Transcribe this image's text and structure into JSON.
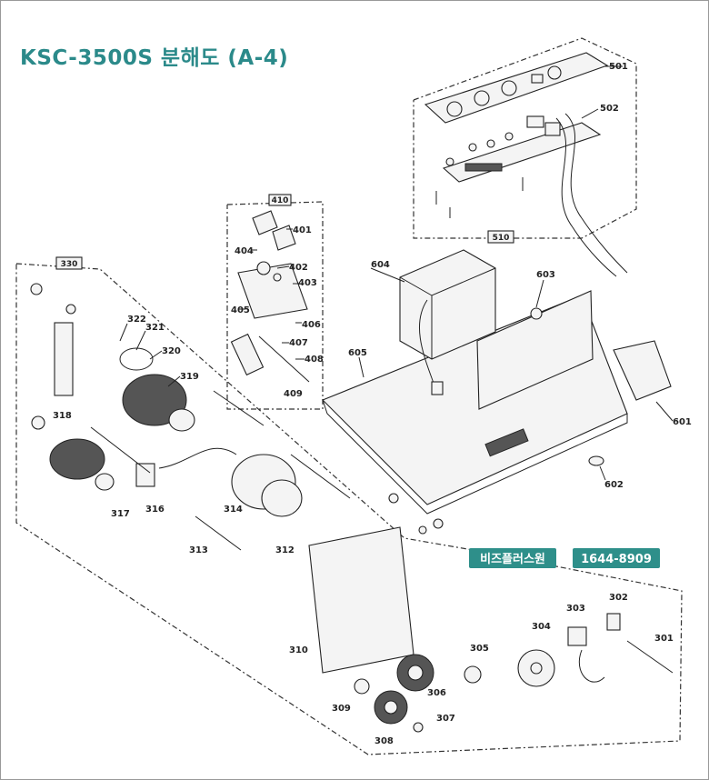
{
  "title": "KSC-3500S 분해도 (A-4)",
  "contact": {
    "company": "비즈플러스원",
    "phone": "1644-8909",
    "color": "#2e8f8a"
  },
  "groups": {
    "g330": "330",
    "g410": "410",
    "g510": "510"
  },
  "labels": {
    "p301": "301",
    "p302": "302",
    "p303": "303",
    "p304": "304",
    "p305": "305",
    "p306": "306",
    "p307": "307",
    "p308": "308",
    "p309": "309",
    "p310": "310",
    "p312": "312",
    "p313": "313",
    "p314": "314",
    "p316": "316",
    "p317": "317",
    "p318": "318",
    "p319": "319",
    "p320": "320",
    "p321": "321",
    "p322": "322",
    "p401": "401",
    "p402": "402",
    "p403": "403",
    "p404": "404",
    "p405": "405",
    "p406": "406",
    "p407": "407",
    "p408": "408",
    "p409": "409",
    "p501": "501",
    "p502": "502",
    "p601": "601",
    "p602": "602",
    "p603": "603",
    "p604": "604",
    "p605": "605"
  },
  "colors": {
    "title": "#2b8a8a",
    "ink": "#222222"
  }
}
